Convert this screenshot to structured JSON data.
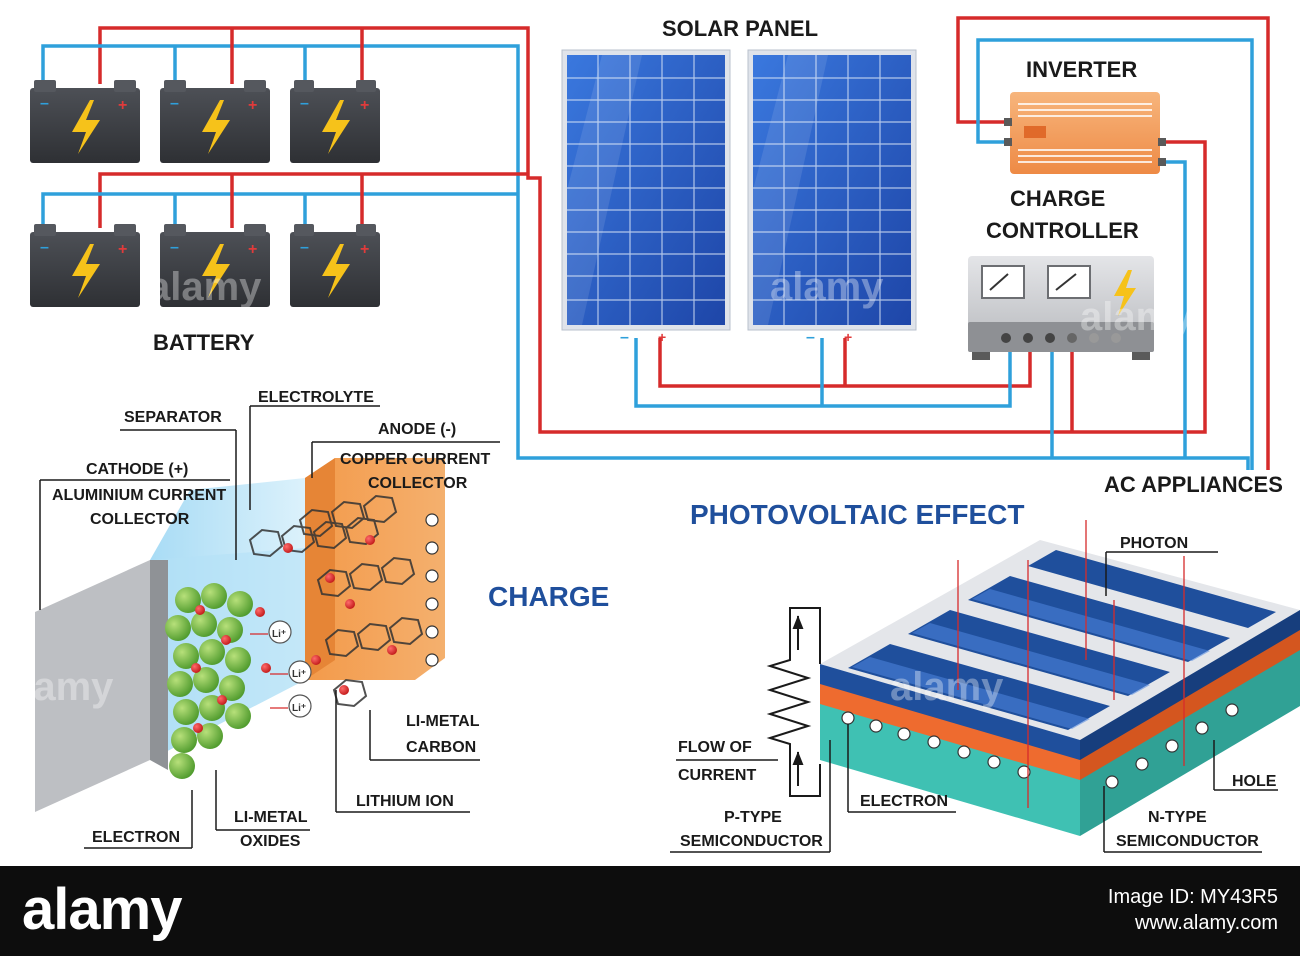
{
  "labels": {
    "solar_panel": "SOLAR PANEL",
    "inverter": "INVERTER",
    "charge_controller_1": "CHARGE",
    "charge_controller_2": "CONTROLLER",
    "battery": "BATTERY",
    "ac_appliances": "AC APPLIANCES",
    "electrolyte": "ELECTROLYTE",
    "separator": "SEPARATOR",
    "anode": "ANODE (-)",
    "copper_1": "COPPER CURRENT",
    "copper_2": "COLLECTOR",
    "cathode": "CATHODE (+)",
    "aluminium_1": "ALUMINIUM CURRENT",
    "aluminium_2": "COLLECTOR",
    "charge": "CHARGE",
    "li_metal_carbon_1": "LI-METAL",
    "li_metal_carbon_2": "CARBON",
    "lithium_ion": "LITHIUM ION",
    "li_metal_oxides_1": "LI-METAL",
    "li_metal_oxides_2": "OXIDES",
    "electron_left": "ELECTRON",
    "photovoltaic": "PHOTOVOLTAIC  EFFECT",
    "photon": "PHOTON",
    "flow_1": "FLOW OF",
    "flow_2": "CURRENT",
    "electron_right": "ELECTRON",
    "p_type_1": "P-TYPE",
    "p_type_2": "SEMICONDUCTOR",
    "n_type_1": "N-TYPE",
    "n_type_2": "SEMICONDUCTOR",
    "hole": "HOLE",
    "li_plus": "Li⁺"
  },
  "watermarks": {
    "text": "alamy"
  },
  "footer": {
    "brand": "alamy",
    "image_id": "Image ID: MY43R5",
    "site": "www.alamy.com"
  },
  "colors": {
    "wire_positive": "#d62b2b",
    "wire_negative": "#2fa0db",
    "panel_blue": "#2f62c8",
    "inverter_orange": "#f29d5a",
    "battery_dark": "#3f4146",
    "title_blue": "#1f4f9c"
  }
}
